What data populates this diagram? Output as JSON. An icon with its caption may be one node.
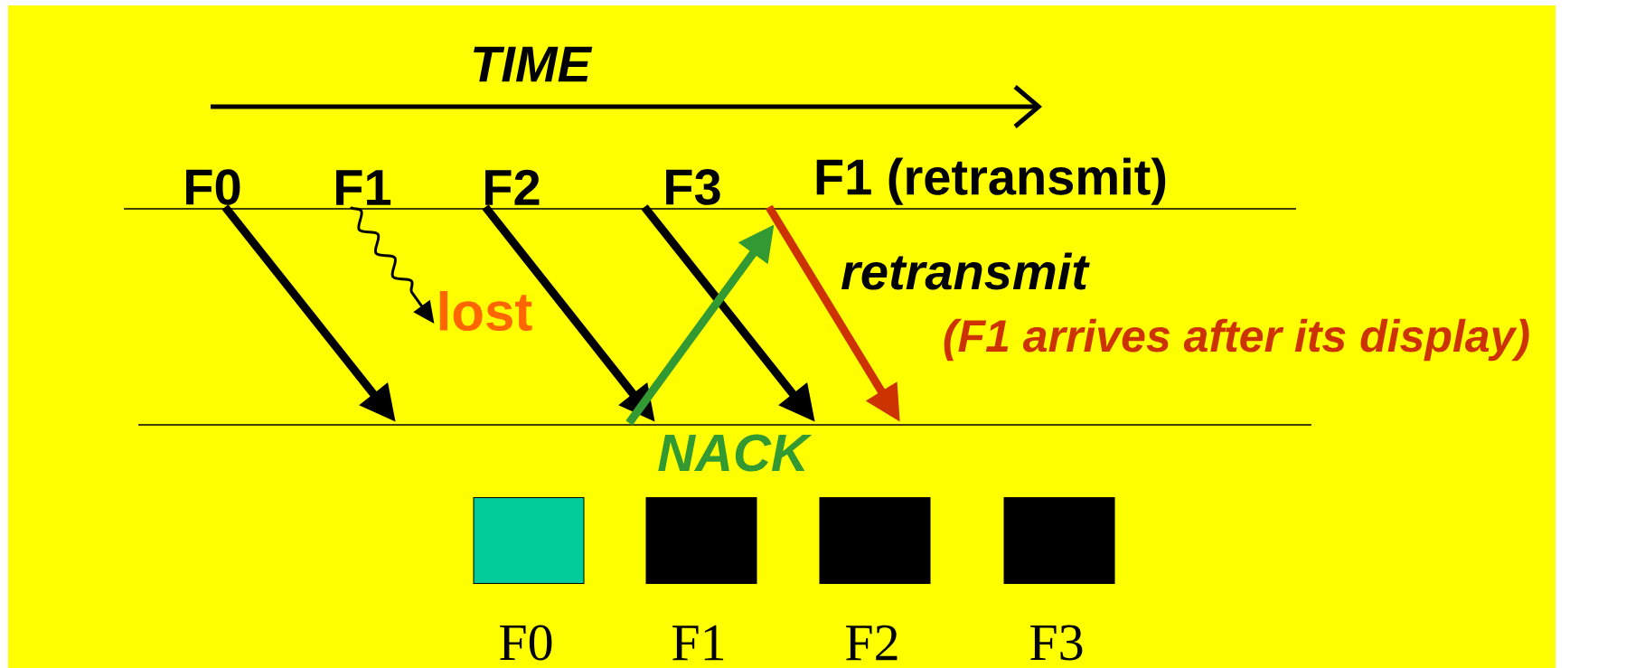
{
  "diagram": {
    "nodes": [
      {
        "text": [
          "F0"
        ]
      },
      {
        "text": [
          "F1"
        ]
      },
      {
        "text": [
          "F2"
        ]
      },
      {
        "text": [
          "F3"
        ]
      },
      {
        "text": [
          "F1 (retransmit)"
        ]
      },
      {
        "text": [
          "lost"
        ]
      },
      {
        "text": [],
        "shape": "box",
        "beside": [
          "F0"
        ]
      },
      {
        "text": [],
        "shape": "box",
        "beside": [
          "F1"
        ]
      },
      {
        "text": [],
        "shape": "box",
        "beside": [
          "F2"
        ]
      },
      {
        "text": [],
        "shape": "box",
        "beside": [
          "F3"
        ]
      }
    ],
    "edges": [
      {
        "from": 0,
        "to": null,
        "arrow": "to"
      },
      {
        "from": 1,
        "to": 5,
        "arrow": "to"
      },
      {
        "from": 2,
        "to": null,
        "arrow": "to"
      },
      {
        "from": 3,
        "to": null,
        "arrow": "to"
      },
      {
        "from": null,
        "to": 4,
        "arrow": "to",
        "color": "#339933",
        "label": "NACK"
      },
      {
        "from": 4,
        "to": null,
        "arrow": "to",
        "color": "#cc3300"
      }
    ],
    "labels": [
      "TIME",
      "retransmit",
      "(F1 arrives after its display)"
    ]
  }
}
